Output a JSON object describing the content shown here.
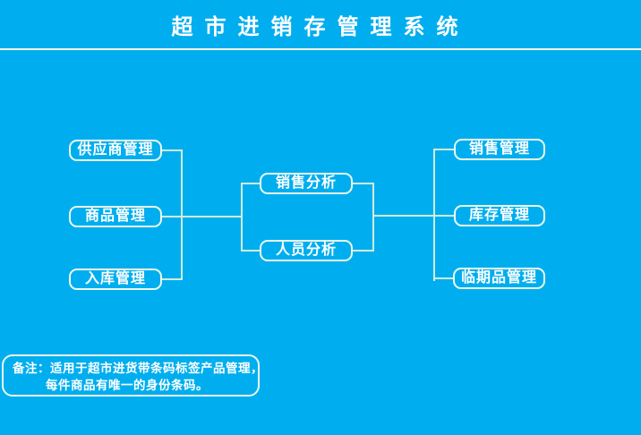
{
  "title": "超市进销存管理系统",
  "colors": {
    "background": "#00AEEF",
    "separator": "#FAFFEF",
    "box_border": "#EAFBF2",
    "connector": "#CFEEDF",
    "text": "#FFFFFF"
  },
  "diagram": {
    "left_nodes": [
      {
        "label": "供应商管理"
      },
      {
        "label": "商品管理"
      },
      {
        "label": "入库管理"
      }
    ],
    "center_nodes": [
      {
        "label": "销售分析"
      },
      {
        "label": "人员分析"
      }
    ],
    "right_nodes": [
      {
        "label": "销售管理"
      },
      {
        "label": "库存管理"
      },
      {
        "label": "临期品管理"
      }
    ]
  },
  "note": {
    "line1": "备注：适用于超市进货带条码标签产品管理，",
    "line2": "每件商品有唯一的身份条码。"
  }
}
